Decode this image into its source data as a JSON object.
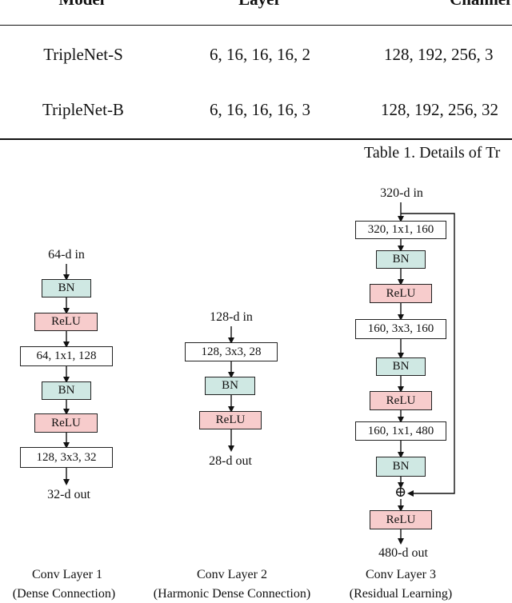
{
  "table": {
    "headers": [
      "Model",
      "Layer",
      "Channel"
    ],
    "rows": [
      {
        "model": "TripleNet-S",
        "layer": "6, 16, 16, 16, 2",
        "channel": "128, 192, 256, 3"
      },
      {
        "model": "TripleNet-B",
        "layer": "6, 16, 16, 16, 3",
        "channel": "128, 192, 256, 32"
      }
    ],
    "caption": "Table 1. Details of Tr"
  },
  "diagram": {
    "conv1": {
      "input": "64-d  in",
      "blocks": [
        {
          "label": "BN",
          "kind": "bn"
        },
        {
          "label": "ReLU",
          "kind": "relu"
        },
        {
          "label": "64, 1x1, 128",
          "kind": "conv"
        },
        {
          "label": "BN",
          "kind": "bn"
        },
        {
          "label": "ReLU",
          "kind": "relu"
        },
        {
          "label": "128, 3x3, 32",
          "kind": "conv"
        }
      ],
      "output": "32-d  out",
      "title": "Conv  Layer  1",
      "subtitle": "(Dense  Connection)"
    },
    "conv2": {
      "input": "128-d  in",
      "blocks": [
        {
          "label": "128, 3x3, 28",
          "kind": "conv"
        },
        {
          "label": "BN",
          "kind": "bn"
        },
        {
          "label": "ReLU",
          "kind": "relu"
        }
      ],
      "output": "28-d  out",
      "title": "Conv Layer  2",
      "subtitle": "(Harmonic  Dense  Connection)"
    },
    "conv3": {
      "input": "320-d  in",
      "blocks": [
        {
          "label": "320, 1x1, 160",
          "kind": "conv"
        },
        {
          "label": "BN",
          "kind": "bn"
        },
        {
          "label": "ReLU",
          "kind": "relu"
        },
        {
          "label": "160, 3x3, 160",
          "kind": "conv"
        },
        {
          "label": "BN",
          "kind": "bn"
        },
        {
          "label": "ReLU",
          "kind": "relu"
        },
        {
          "label": "160, 1x1, 480",
          "kind": "conv"
        },
        {
          "label": "BN",
          "kind": "bn"
        },
        {
          "label": "ReLU",
          "kind": "relu"
        }
      ],
      "sum_symbol": "⊕",
      "output": "480-d  out",
      "title": "Conv  Layer  3",
      "subtitle": "(Residual  Learning)"
    }
  },
  "colors": {
    "bn": "#cfe8e3",
    "relu": "#f7cccc",
    "conv": "#ffffff",
    "line": "#111111"
  }
}
